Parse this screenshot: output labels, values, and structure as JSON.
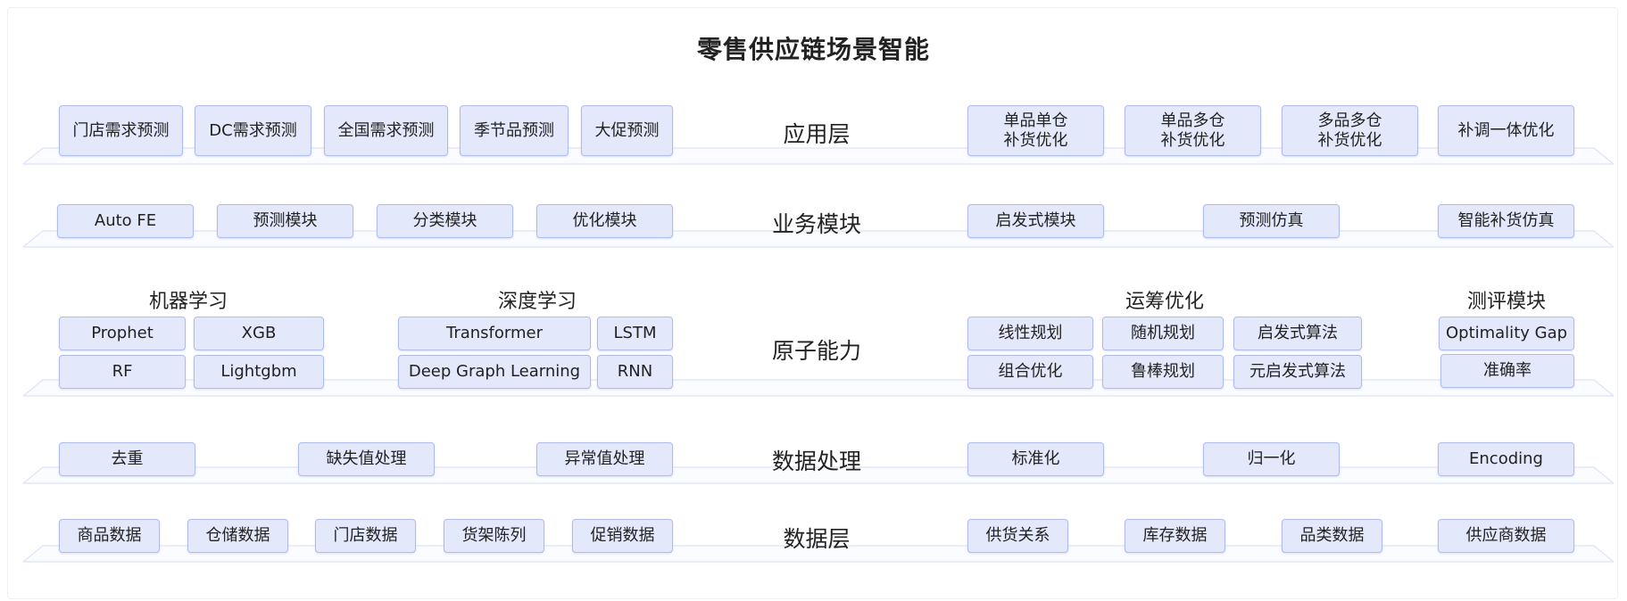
{
  "title": "零售供应链场景智能",
  "layers": {
    "application": {
      "label": "应用层",
      "left": [
        "门店需求预测",
        "DC需求预测",
        "全国需求预测",
        "季节品预测",
        "大促预测"
      ],
      "right": [
        "单品单仓\n补货优化",
        "单品多仓\n补货优化",
        "多品多仓\n补货优化",
        "补调一体优化"
      ]
    },
    "business": {
      "label": "业务模块",
      "left": [
        "Auto FE",
        "预测模块",
        "分类模块",
        "优化模块"
      ],
      "right": [
        "启发式模块",
        "预测仿真",
        "智能补货仿真"
      ]
    },
    "atomic": {
      "label": "原子能力",
      "ml": {
        "title": "机器学习",
        "items": [
          "Prophet",
          "XGB",
          "RF",
          "Lightgbm"
        ]
      },
      "dl": {
        "title": "深度学习",
        "items": [
          "Transformer",
          "LSTM",
          "Deep Graph Learning",
          "RNN"
        ]
      },
      "or": {
        "title": "运筹优化",
        "items": [
          "线性规划",
          "随机规划",
          "启发式算法",
          "组合优化",
          "鲁棒规划",
          "元启发式算法"
        ]
      },
      "eval": {
        "title": "测评模块",
        "items": [
          "Optimality Gap",
          "准确率"
        ]
      }
    },
    "processing": {
      "label": "数据处理",
      "left": [
        "去重",
        "缺失值处理",
        "异常值处理"
      ],
      "right": [
        "标准化",
        "归一化",
        "Encoding"
      ]
    },
    "data": {
      "label": "数据层",
      "left": [
        "商品数据",
        "仓储数据",
        "门店数据",
        "货架陈列",
        "促销数据"
      ],
      "right": [
        "供货关系",
        "库存数据",
        "品类数据",
        "供应商数据"
      ]
    }
  },
  "colors": {
    "box_fill": "#e4e8fb",
    "box_border": "#aebcf0",
    "platform_line": "#dde3f7"
  }
}
